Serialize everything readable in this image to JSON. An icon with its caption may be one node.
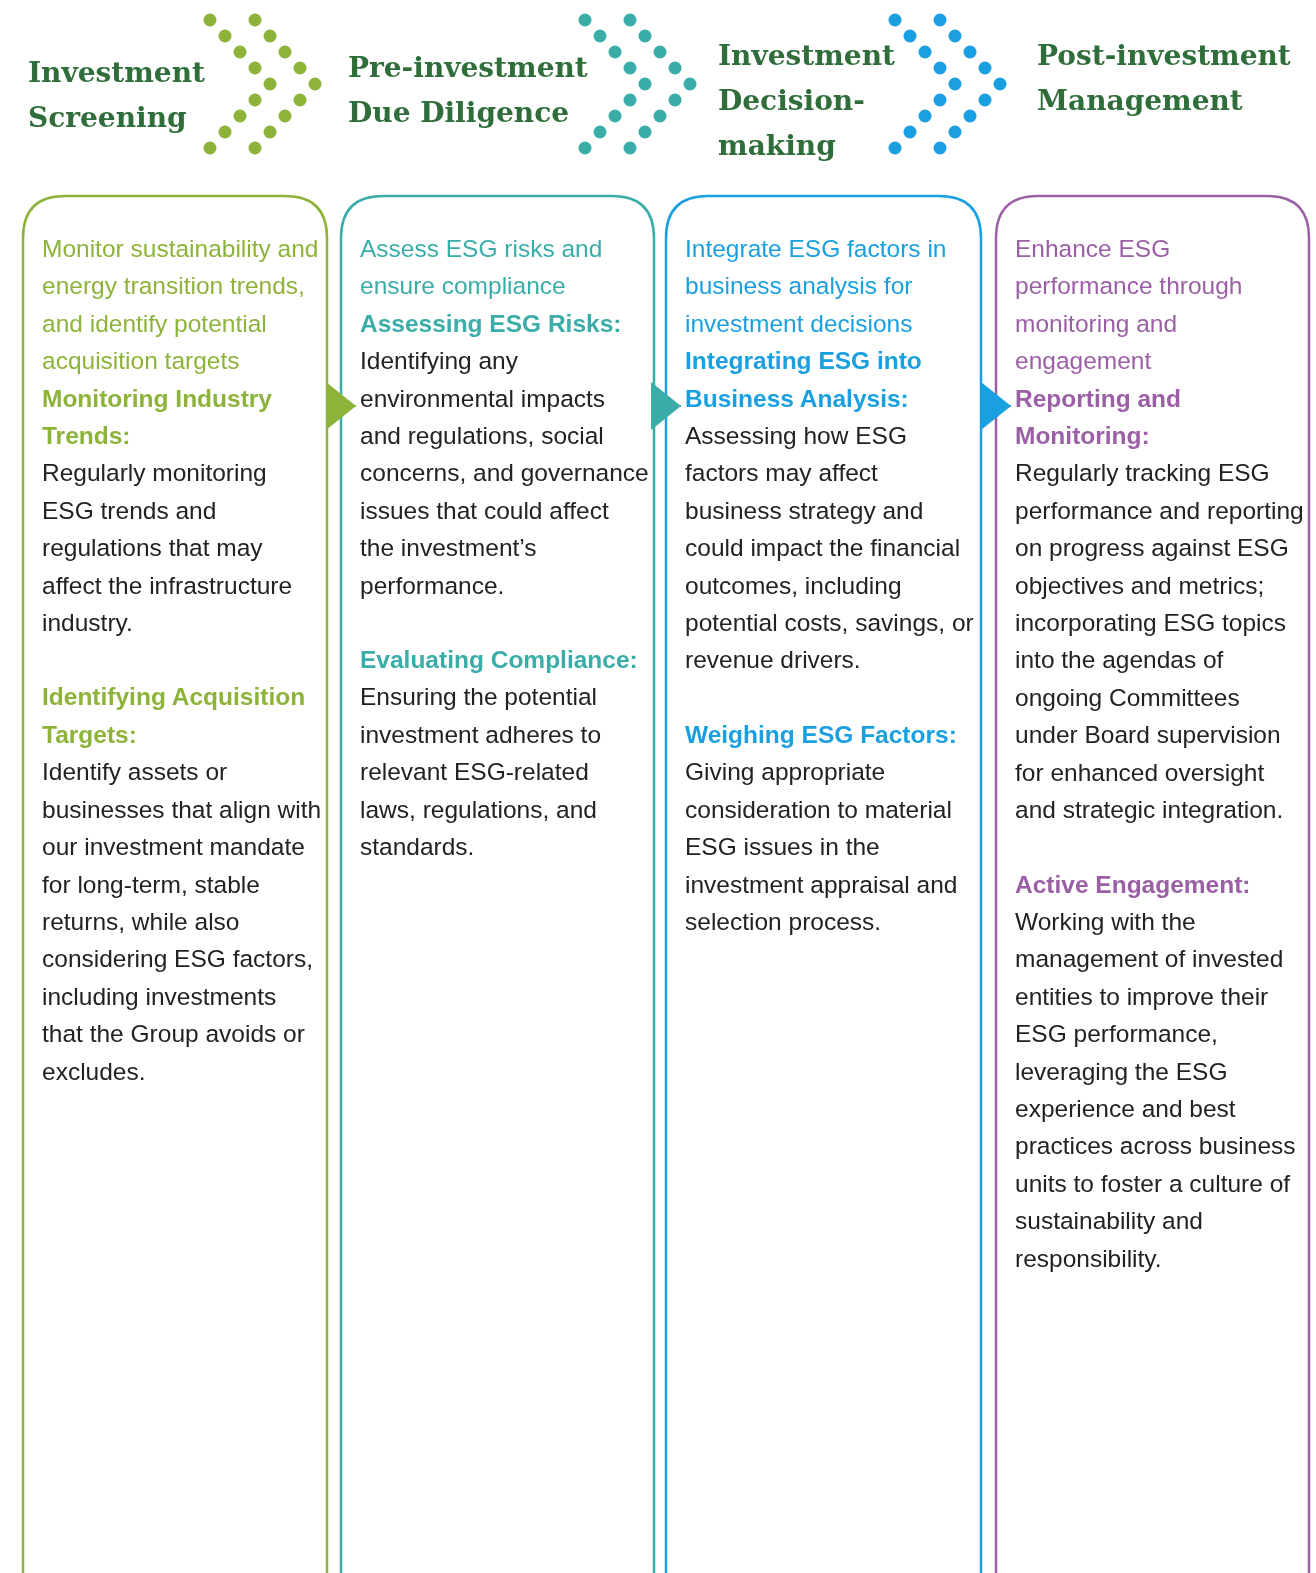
{
  "diagram": {
    "nodes": [
      {
        "text": [
          "Investment Screening",
          "Monitor sustainability and energy transition trends, and identify potential acquisition targets",
          "Monitoring Industry Trends:",
          "Regularly monitoring ESG trends and regulations that may affect the infrastructure industry.",
          "Identifying Acquisition Targets:",
          "Identify assets or businesses that align with our investment mandate for long-term, stable returns, while also considering ESG factors, including investments that the Group avoids or excludes."
        ]
      },
      {
        "text": [
          "Pre-investment Due Diligence",
          "Assess ESG risks and ensure compliance",
          "Assessing ESG Risks:",
          "Identifying any environmental impacts and regulations, social concerns, and governance issues that could affect the investment’s performance.",
          "Evaluating Compliance:",
          "Ensuring the potential investment adheres to relevant ESG-related laws, regulations, and standards."
        ]
      },
      {
        "text": [
          "Investment Decision-making",
          "Integrate ESG factors in business analysis for investment decisions",
          "Integrating ESG into Business Analysis:",
          "Assessing how ESG factors may affect business strategy and could impact the financial outcomes, including potential costs, savings, or revenue drivers.",
          "Weighing ESG Factors:",
          "Giving appropriate consideration to material ESG issues in the investment appraisal and selection process."
        ]
      },
      {
        "text": [
          "Post-investment Management",
          "Enhance ESG performance through monitoring and engagement",
          "Reporting and Monitoring:",
          "Regularly tracking ESG performance and reporting on progress against ESG objectives and metrics; incorporating ESG topics into the agendas of ongoing Committees under Board supervision for enhanced oversight and strategic integration.",
          "Active Engagement:",
          "Working with the management of invested entities to improve their ESG performance, leveraging the ESG experience and best practices across business units to foster a culture of sustainability and responsibility."
        ]
      }
    ],
    "edges": [
      {
        "from": 0,
        "to": 1,
        "arrow": "to",
        "color": "#8db33a"
      },
      {
        "from": 1,
        "to": 2,
        "arrow": "to",
        "color": "#3aada8"
      },
      {
        "from": 2,
        "to": 3,
        "arrow": "to",
        "color": "#1aa0e0"
      }
    ]
  }
}
